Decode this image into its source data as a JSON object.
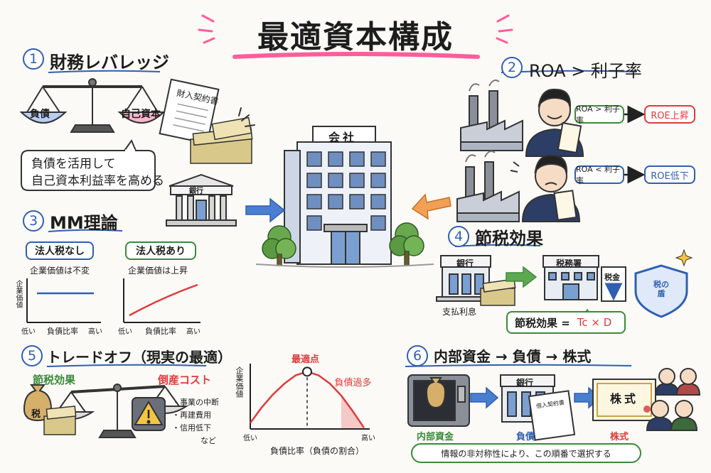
{
  "title": "最適資本構成",
  "s1": {
    "num": "1",
    "heading": "財務レバレッジ",
    "left_pan": "負債",
    "right_pan": "自己資本",
    "bubble_line1": "負債を活用して",
    "bubble_line2": "自己資本利益率を高める",
    "doc_label": "財入契約書"
  },
  "s2": {
    "num": "2",
    "heading": "ROA > 利子率",
    "row1_cond": "ROA > 利子率",
    "row1_result": "ROE上昇",
    "row2_cond": "ROA < 利子率",
    "row2_result": "ROE低下"
  },
  "center": {
    "company_sign": "会社",
    "bank_sign": "銀行"
  },
  "s3": {
    "num": "3",
    "heading": "MM理論",
    "left_title": "法人税なし",
    "left_sub": "企業価値は不変",
    "right_title": "法人税あり",
    "right_sub": "企業価値は上昇",
    "ylabel": "企業価値",
    "xlabel": "負債比率",
    "low": "低い",
    "high": "高い"
  },
  "s4": {
    "num": "4",
    "heading": "節税効果",
    "bank": "銀行",
    "tax_office": "税務署",
    "tax_label": "税金",
    "shield": "税の盾",
    "interest": "支払利息",
    "formula_label": "節税効果 =",
    "formula": "Tc × D"
  },
  "s5": {
    "num": "5",
    "heading": "トレードオフ（現実の最適）",
    "benefit": "節税効果",
    "cost": "倒産コスト",
    "cost_items": [
      "・事業の中断",
      "・再建費用",
      "・信用低下",
      "など"
    ],
    "tax_bag": "税",
    "chart_data": {
      "type": "line",
      "ylabel": "企業価値",
      "xlabel": "負債比率（負債の割合）",
      "x_low": "低い",
      "x_high": "高い",
      "optimum": "最適点",
      "excess": "負債過多",
      "curve": [
        {
          "x": 0.0,
          "y": 0.1
        },
        {
          "x": 0.1,
          "y": 0.36
        },
        {
          "x": 0.2,
          "y": 0.58
        },
        {
          "x": 0.3,
          "y": 0.76
        },
        {
          "x": 0.4,
          "y": 0.9
        },
        {
          "x": 0.5,
          "y": 0.96
        },
        {
          "x": 0.6,
          "y": 0.9
        },
        {
          "x": 0.7,
          "y": 0.76
        },
        {
          "x": 0.8,
          "y": 0.56
        },
        {
          "x": 0.9,
          "y": 0.3
        },
        {
          "x": 1.0,
          "y": 0.02
        }
      ],
      "optimum_x": 0.5,
      "excess_from_x": 0.8
    }
  },
  "s6": {
    "num": "6",
    "heading": "内部資金 → 負債 → 株式",
    "internal": "内部資金",
    "debt": "負債",
    "equity": "株式",
    "bank": "銀行",
    "doc": "借入契約書",
    "cert": "株式",
    "note": "情報の非対称性により、この順番で選択する"
  },
  "colors": {
    "red": "#e03a3a",
    "blue": "#2f5fb3",
    "green": "#3a8a3a",
    "pink": "#ff5d9a"
  }
}
